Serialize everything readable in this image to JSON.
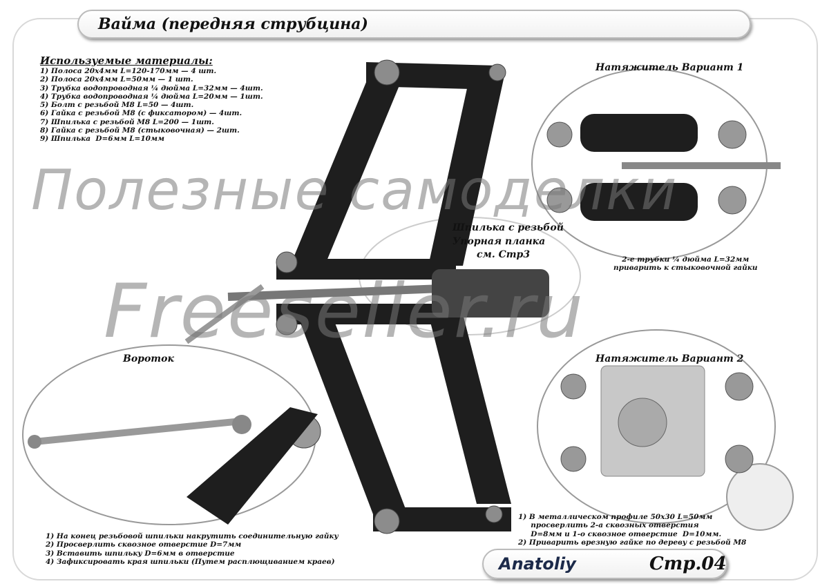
{
  "title": "Вайма (передняя струбцина)",
  "materials": {
    "heading": "Используемые материалы:",
    "items": [
      "1) Полоса 20х4мм L=120-170мм — 4 шт.",
      "2) Полоса 20х4мм L=50мм — 1 шт.",
      "3) Трубка водопроводная ¼ дюйма L=32мм — 4шт.",
      "4) Трубка водопроводная ¼ дюйма L=20мм — 1шт.",
      "5) Болт с резьбой М8 L=50 — 4шт.",
      "6) Гайка с резьбой М8 (с фиксатором) — 4шт.",
      "7) Шпилька с резьбой М8 L=200 — 1шт.",
      "8) Гайка с резьбой М8 (стыковочная) — 2шт.",
      "9) Шпилька  D=6мм L=10мм"
    ]
  },
  "labels": {
    "stud": "Шпилька с резьбой",
    "plate_1": "Упорная планка",
    "plate_2": "см. Стр3",
    "handle": "Вороток",
    "tensioner1": "Натяжитель Вариант 1",
    "tensioner2": "Натяжитель Вариант 2"
  },
  "tensioner1_note": [
    "2-е трубки ¼ дюйма L=32мм",
    "приварить к стыковочной гайки"
  ],
  "handle_steps": [
    "1) На конец резьбовой шпильки накрутить соединительную гайку",
    "2) Просверлить сквозное отверстие D=7мм",
    "3) Вставить шпильку D=6мм в отверстие",
    "4) Зафиксировать края шпильки (Путем расплющиванием краев)"
  ],
  "tensioner2_steps": [
    "1) В металлическом профиле 50х30 L=50мм",
    "     просверлить 2-а сквозных отверстия",
    "     D=8мм и 1-о сквозное отверстие  D=10мм.",
    "2) Приварить врезную гайке по дереву с резьбой М8"
  ],
  "watermark": {
    "line1": "Полезные самоделки",
    "line2": "Freeseller.ru"
  },
  "footer": {
    "logo": "Anatoliy",
    "page": "Стр.04"
  }
}
